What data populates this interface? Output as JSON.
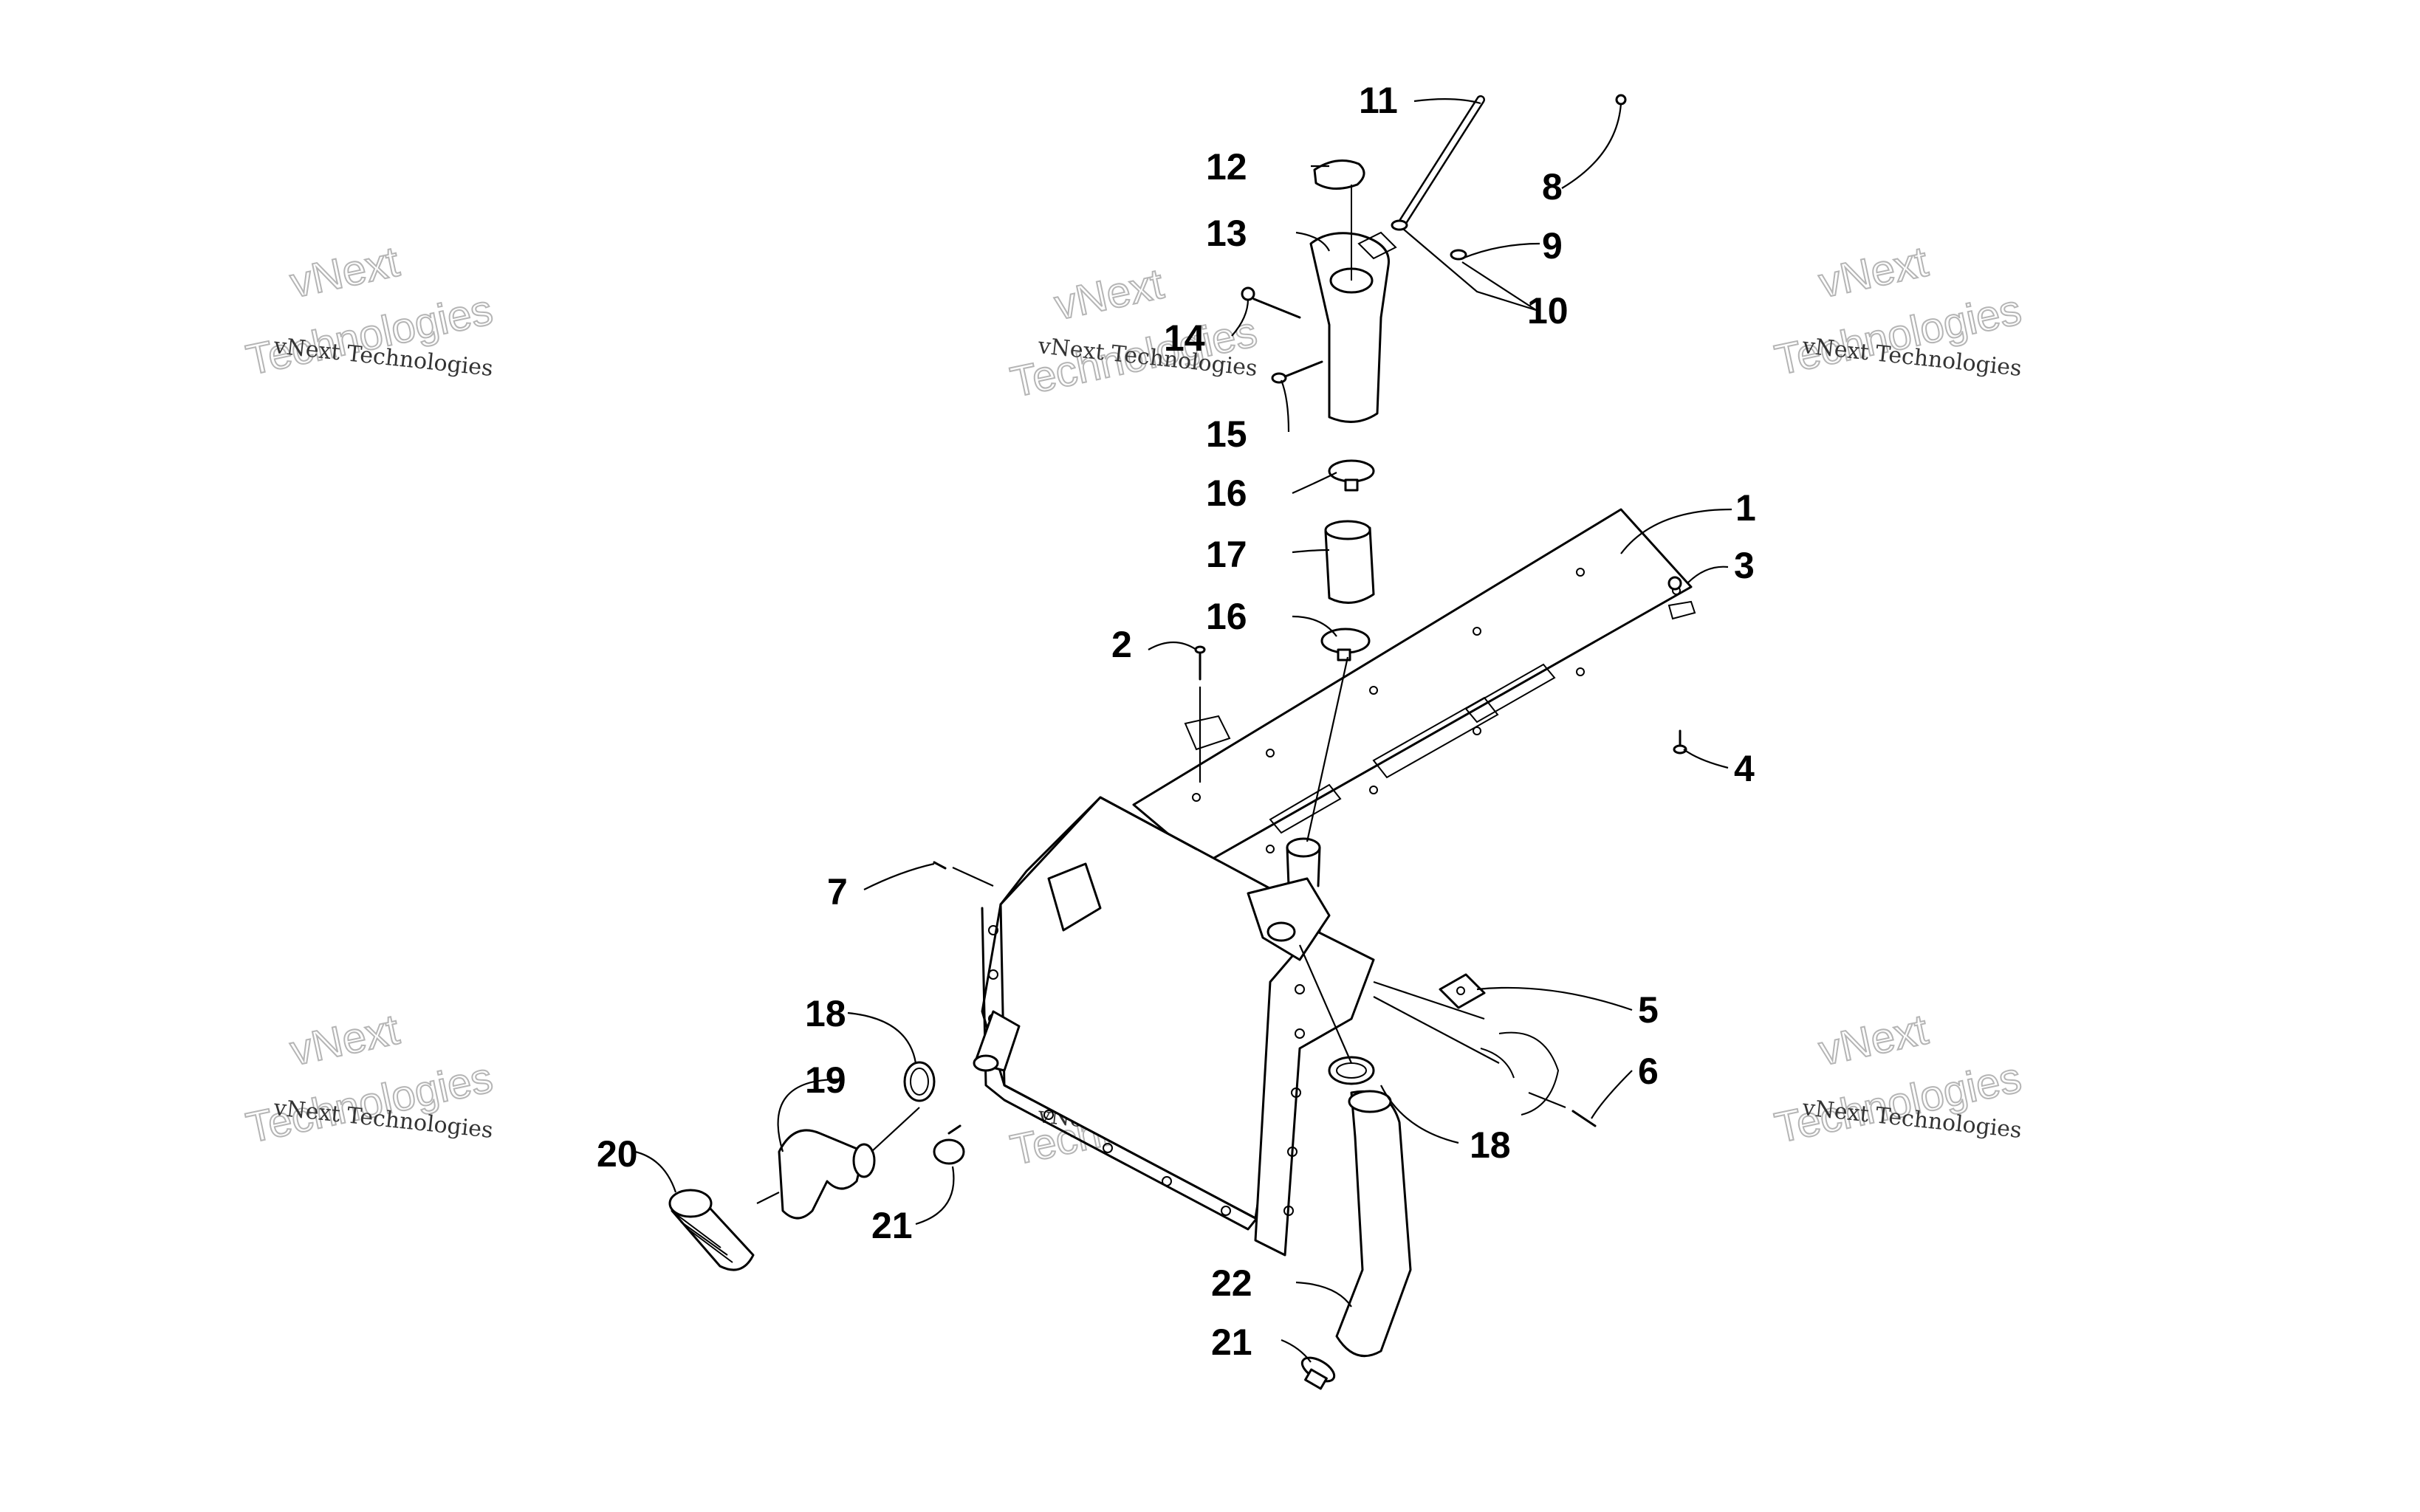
{
  "watermark": {
    "brand_line": "vNext Technologies",
    "big_line_1": "vNext",
    "big_line_2": "Technologies"
  },
  "callouts": {
    "c1": "1",
    "c2": "2",
    "c3": "3",
    "c4": "4",
    "c5": "5",
    "c6": "6",
    "c7": "7",
    "c8": "8",
    "c9": "9",
    "c10": "10",
    "c11": "11",
    "c12": "12",
    "c13": "13",
    "c14": "14",
    "c15": "15",
    "c16a": "16",
    "c16b": "16",
    "c17": "17",
    "c18a": "18",
    "c18b": "18",
    "c19": "19",
    "c20": "20",
    "c21a": "21",
    "c21b": "21",
    "c22": "22"
  }
}
